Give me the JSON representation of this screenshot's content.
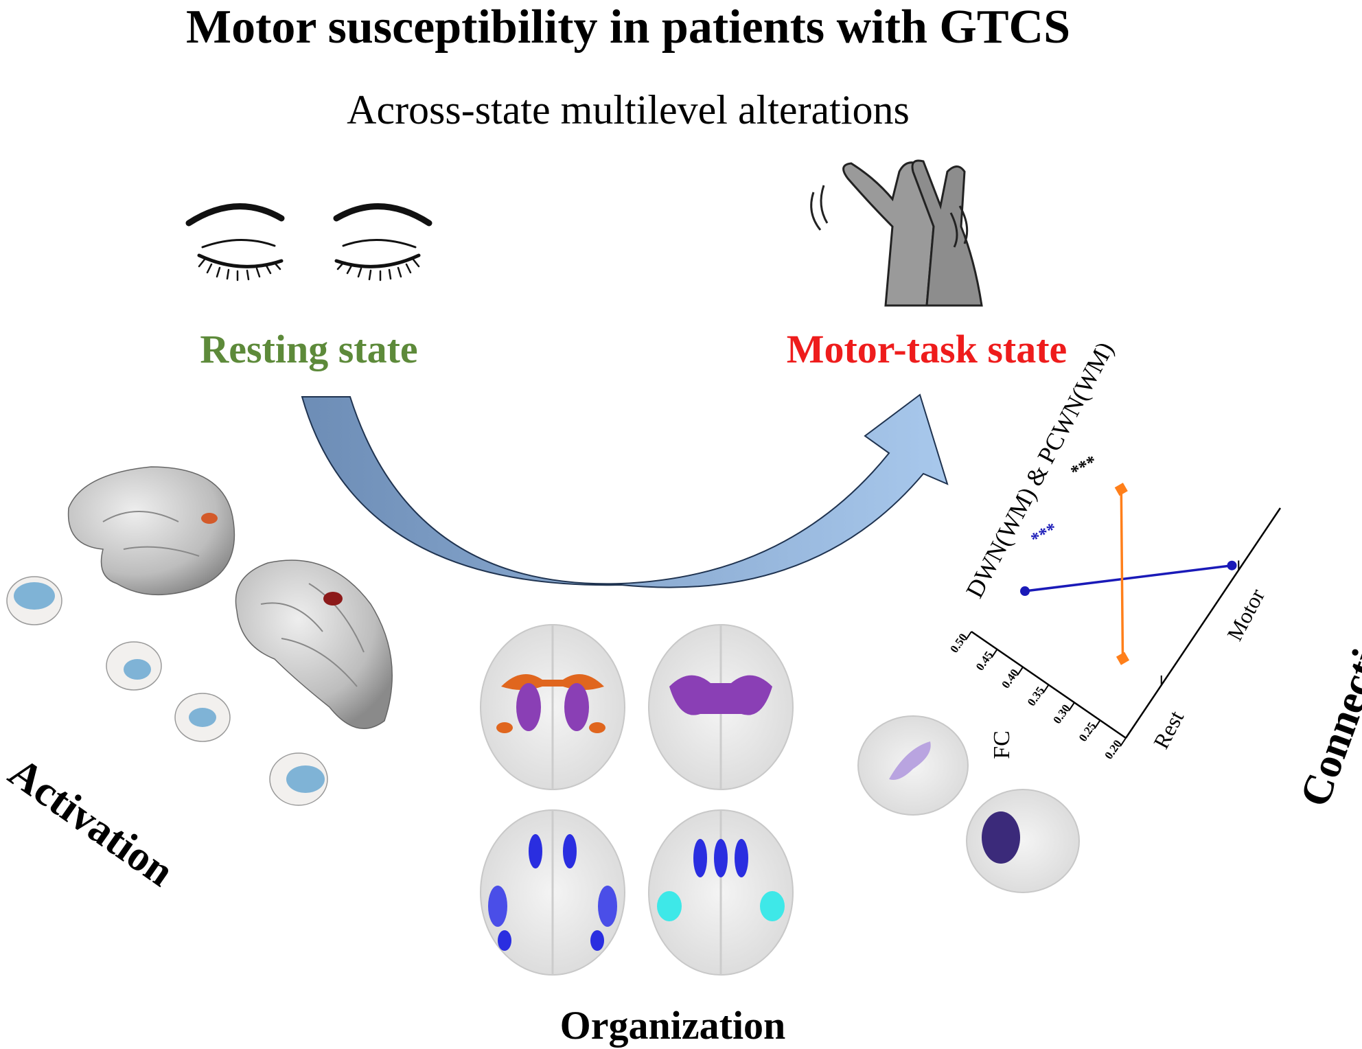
{
  "title": "Motor susceptibility in patients with GTCS",
  "subtitle": "Across-state multilevel alterations",
  "states": {
    "resting": {
      "label": "Resting state",
      "color": "#5d8a3a",
      "icon": "closed-eyes-icon"
    },
    "motor": {
      "label": "Motor-task state",
      "color": "#ee1c1c",
      "icon": "clapping-hands-icon"
    }
  },
  "panels": {
    "activation": "Activation",
    "organization": "Organization",
    "connection": "Connection"
  },
  "colors": {
    "arrow_dark": "#6d8db6",
    "arrow_light": "#a8c8ec",
    "orange": "#e0661e",
    "purple": "#8a3fb5",
    "blue": "#2a2ee0",
    "cyan": "#3ee8e8",
    "light_blue": "#7fb3d6"
  },
  "chart_data": {
    "type": "line",
    "categories": [
      "Rest",
      "Motor"
    ],
    "ylabel": "FC",
    "title": "DWN(WM) & PCWN(WM)",
    "ylim": [
      0.2,
      0.5
    ],
    "yticks": [
      "0.20",
      "0.25",
      "0.30",
      "0.35",
      "0.40",
      "0.45",
      "0.50"
    ],
    "series": [
      {
        "color": "#1a1ab8",
        "marker": "circle",
        "values": [
          0.465,
          0.213
        ]
      },
      {
        "color": "#ff7f1a",
        "marker": "square",
        "values": [
          0.275,
          0.428
        ]
      }
    ],
    "annotations": [
      {
        "text": "***",
        "color": "#1a1ab8"
      },
      {
        "text": "***",
        "color": "#000000"
      }
    ]
  }
}
